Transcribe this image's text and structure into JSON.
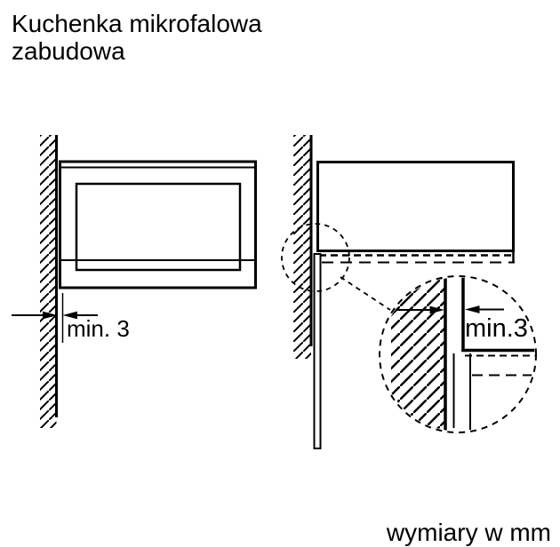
{
  "title": {
    "line1": "Kuchenka mikrofalowa",
    "line2": "zabudowa"
  },
  "front_view": {
    "clearance_label": "min. 3"
  },
  "side_view": {
    "detail_clearance_label": "min.3"
  },
  "footer": {
    "units_label": "wymiary w mm"
  },
  "colors": {
    "line": "#000000",
    "background": "#ffffff"
  }
}
